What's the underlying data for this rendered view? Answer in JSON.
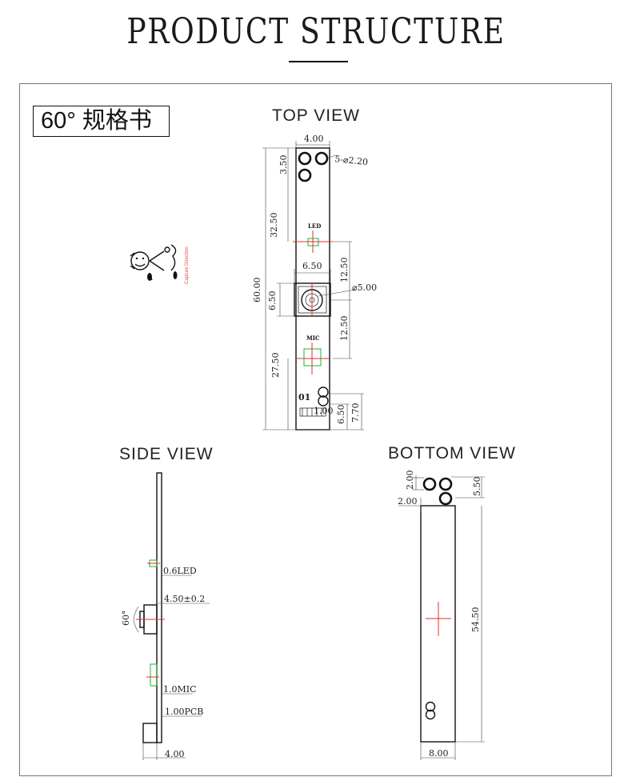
{
  "header": {
    "title": "PRODUCT  STRUCTURE"
  },
  "spec_label": "60°  规格书",
  "views": {
    "top": "TOP VIEW",
    "side": "SIDE VIEW",
    "bottom": "BOTTOM  VIEW"
  },
  "capture_direction": "Capture Direction",
  "top_dims": {
    "width_top": "4.00",
    "holes": "5-⌀2.20",
    "hole_offset": "3.50",
    "led_pos": "32.50",
    "led_label": "LED",
    "lens_width": "6.50",
    "lens_height": "6.50",
    "total_length": "60.00",
    "lens_dia": "⌀5.00",
    "upper_span": "12.50",
    "lower_span": "12.50",
    "mic_label": "MIC",
    "mic_pos": "27.50",
    "mark_01": "01",
    "connector": "1.00",
    "conn_a": "6.50",
    "conn_b": "7.70"
  },
  "side_dims": {
    "led": "0.6LED",
    "lens_height": "4.50±0.2",
    "angle": "60°",
    "mic": "1.0MIC",
    "pcb": "1.00PCB",
    "connector": "4.00"
  },
  "bottom_dims": {
    "hole_a": "2.00",
    "hole_b": "2.00",
    "hole_c": "5.50",
    "length": "54.50",
    "width": "8.00"
  }
}
